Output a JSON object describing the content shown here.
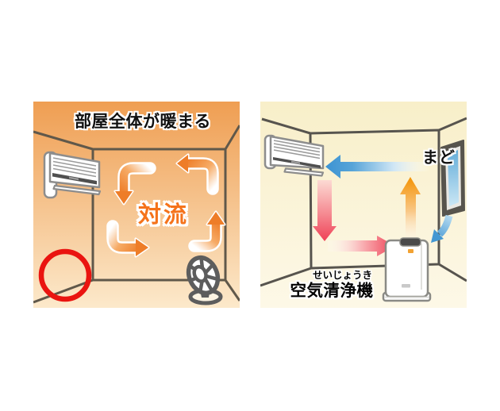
{
  "left_panel": {
    "title": "部屋全体が暖まる",
    "flow_label": "対流",
    "background_top": "#ef9e52",
    "background_bottom": "#fce9cb",
    "wall_line_color": "#60584a",
    "convection_arrow_color": "#ee7d28",
    "flow_label_color": "#f5731b",
    "highlight_circle_color": "#ea1410",
    "icons": [
      "air-conditioner-icon",
      "convection-arrow-icon",
      "fan-icon",
      "highlight-circle"
    ]
  },
  "right_panel": {
    "window_label": "まど",
    "purifier_furigana": "せいじょうき",
    "purifier_label": "空気清浄機",
    "background_top": "#f8efc9",
    "background_bottom": "#fdf8e7",
    "wall_line_color": "#57544e",
    "cool_air_arrow_color": "#3e94d3",
    "warm_air_arrow_color": "#ef4156",
    "rising_air_arrow_color": "#f39204",
    "window_glass_color": "#64add9",
    "purifier_indicator_color": "#f2a233",
    "icons": [
      "air-conditioner-icon",
      "window-icon",
      "air-purifier-icon",
      "airflow-arrow-icon"
    ]
  }
}
